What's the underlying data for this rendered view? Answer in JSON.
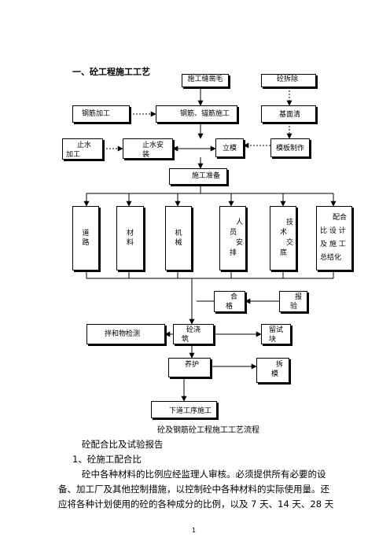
{
  "heading": "一、砼工程施工工艺",
  "flow": {
    "construction_joint": "施工缝凿毛",
    "concrete_removal": "砼拆除",
    "rebar_processing": "钢筋加工",
    "rebar_anchor": "钢筋、锚筋施工",
    "base_clean": "基面清",
    "waterstop_processing": [
      "止水",
      "加工"
    ],
    "waterstop_install": [
      "止水安",
      "装"
    ],
    "erect_formwork": "立模",
    "formwork_making": "模板制作",
    "prep": "施工准备",
    "road": [
      "道",
      "路"
    ],
    "materials": [
      "材",
      "料"
    ],
    "machinery": [
      "机",
      "械"
    ],
    "personnel": [
      "人",
      "员",
      "安",
      "排"
    ],
    "tech_brief": [
      "技",
      "术",
      "交",
      "底"
    ],
    "mix_design": [
      "配合",
      "比 设 计",
      "及 施 工",
      "总结化"
    ],
    "qualified": [
      "合",
      "格"
    ],
    "report": [
      "报",
      "验"
    ],
    "mix_test": "拌和物检测",
    "pour": [
      "砼浇",
      "筑"
    ],
    "sample": [
      "留试",
      "块"
    ],
    "curing": "养护",
    "demold": [
      "拆",
      "模"
    ],
    "next_step": "下道工序施工"
  },
  "caption": "砼及钢筋砼工程施工工艺流程",
  "body": {
    "subtitle": "砼配合比及试验报告",
    "section": "1、砼施工配合比",
    "lines": [
      "砼中各种材料的比例应经监理人审核。必须提供所有必要的设",
      "备、加工厂及其他控制措施，以控制砼中各种材料的实际使用量。还",
      "应将各种计划使用的砼的各种成分的比例，以及 7 天、14 天、28 天"
    ]
  },
  "page_number": "1"
}
